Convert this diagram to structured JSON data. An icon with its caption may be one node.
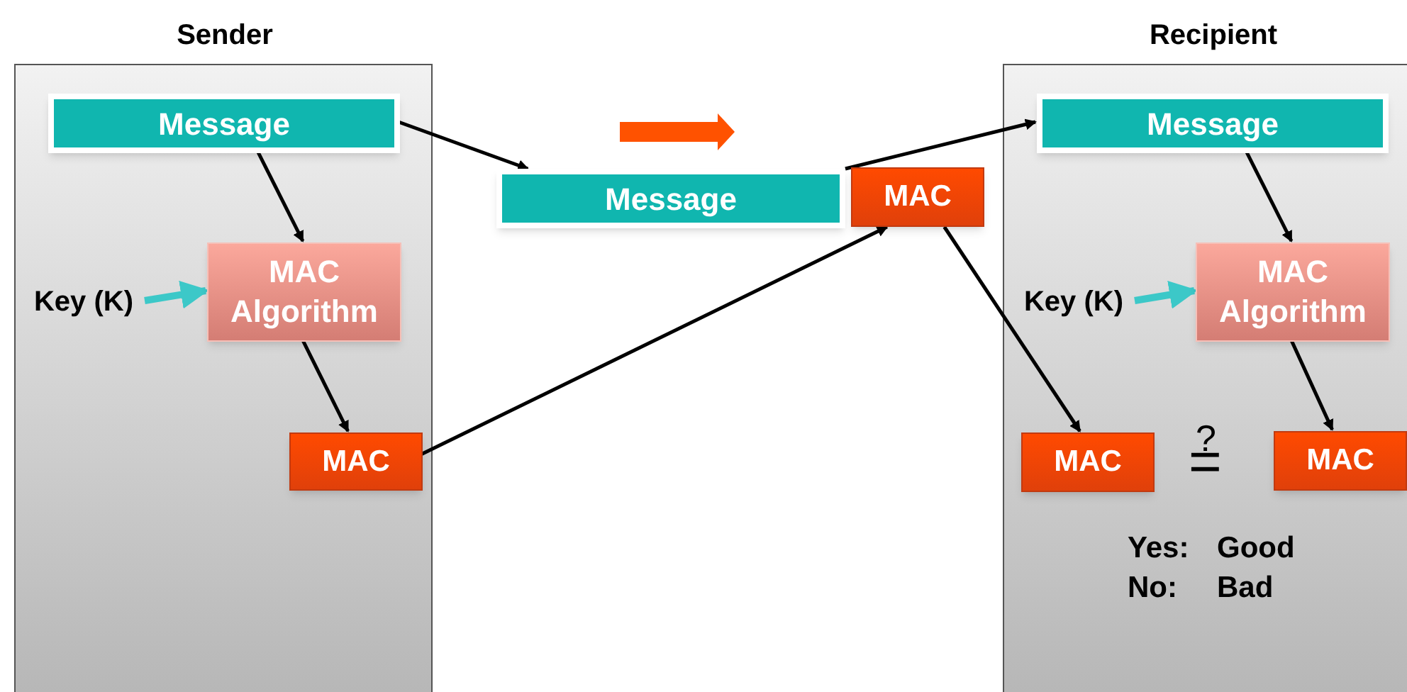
{
  "diagram": {
    "nodes": [
      {
        "text": [
          "Sender"
        ]
      },
      {
        "text": [
          "Message"
        ],
        "in": 0
      },
      {
        "text": [
          "Key (K)"
        ],
        "in": 0
      },
      {
        "text": [
          "MAC Algorithm"
        ],
        "in": 0
      },
      {
        "text": [
          "MAC"
        ],
        "in": 0
      },
      {
        "text": [
          "Message"
        ]
      },
      {
        "text": [
          "MAC"
        ]
      },
      {
        "text": [
          "Recipient"
        ]
      },
      {
        "text": [
          "Message"
        ],
        "in": 7
      },
      {
        "text": [
          "Key (K)"
        ],
        "in": 7
      },
      {
        "text": [
          "MAC Algorithm"
        ],
        "in": 7
      },
      {
        "text": [
          "MAC"
        ],
        "in": 7
      },
      {
        "text": [
          "MAC"
        ],
        "in": 7
      }
    ],
    "edges": [
      {
        "from": 1,
        "to": 5,
        "arrow": "to"
      },
      {
        "from": 1,
        "to": 3,
        "arrow": "to"
      },
      {
        "from": 2,
        "to": 3,
        "arrow": "to",
        "style": "thick",
        "color": "#3cc8c8"
      },
      {
        "from": 3,
        "to": 4,
        "arrow": "to"
      },
      {
        "from": 4,
        "to": 6,
        "arrow": "to"
      },
      {
        "from": 5,
        "to": 8,
        "arrow": "to"
      },
      {
        "from": 6,
        "to": 11,
        "arrow": "to"
      },
      {
        "from": 8,
        "to": 10,
        "arrow": "to"
      },
      {
        "from": 9,
        "to": 10,
        "arrow": "to",
        "style": "thick",
        "color": "#3cc8c8"
      },
      {
        "from": 10,
        "to": 12,
        "arrow": "to"
      }
    ],
    "labels": [
      "?",
      "=",
      "Yes:",
      "Good",
      "No:",
      "Bad"
    ]
  }
}
